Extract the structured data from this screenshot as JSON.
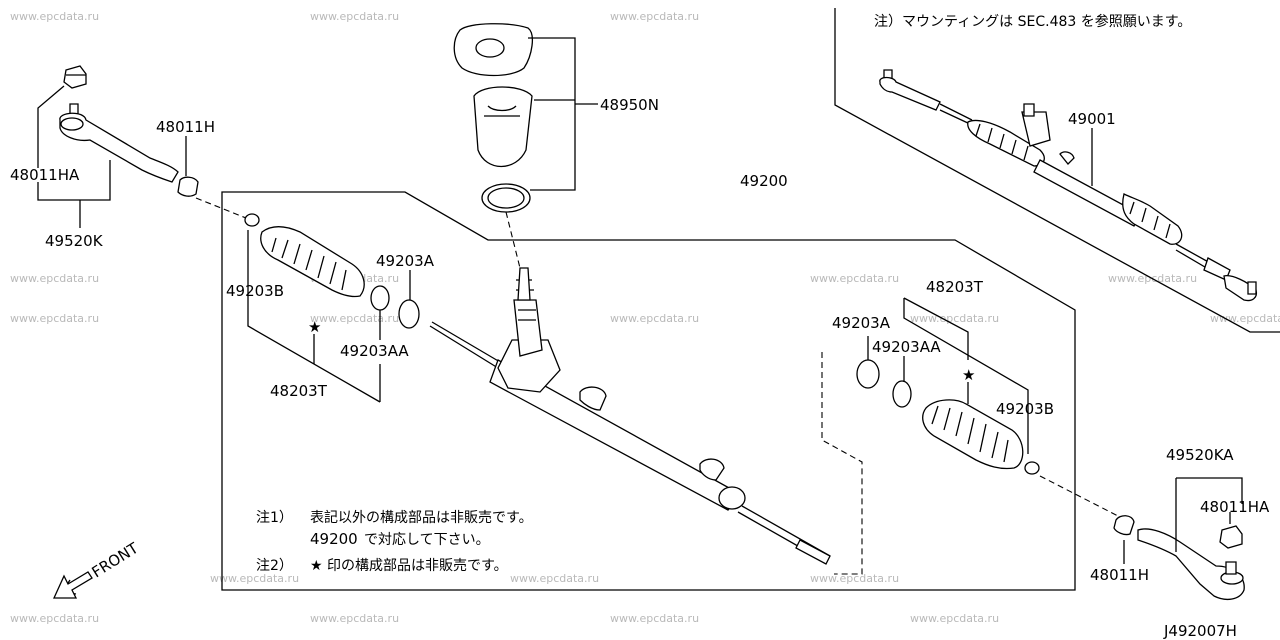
{
  "watermark": "www.epcdata.ru",
  "parts": {
    "p48011HA_left": "48011HA",
    "p49520K": "49520K",
    "p48011H_left": "48011H",
    "p48950N": "48950N",
    "p49200": "49200",
    "p49203B_left": "49203B",
    "p49203A_left": "49203A",
    "p49203AA_left": "49203AA",
    "p48203T_left": "48203T",
    "p49001": "49001",
    "p48203T_right": "48203T",
    "p49203A_right": "49203A",
    "p49203AA_right": "49203AA",
    "p49203B_right": "49203B",
    "p49520KA": "49520KA",
    "p48011HA_right": "48011HA",
    "p48011H_right": "48011H"
  },
  "notes": {
    "mounting": "注）マウンティングは SEC.483 を参照願います。",
    "note1_prefix": "注1）",
    "note1_line1": "表記以外の構成部品は非販売です。",
    "note1_line2_num": "49200",
    "note1_line2_text": "で対応して下さい。",
    "note2_prefix": "注2）",
    "note2_text": "★ 印の構成部品は非販売です。",
    "star": "★"
  },
  "front_label": "FRONT",
  "diagram_code": "J492007H"
}
